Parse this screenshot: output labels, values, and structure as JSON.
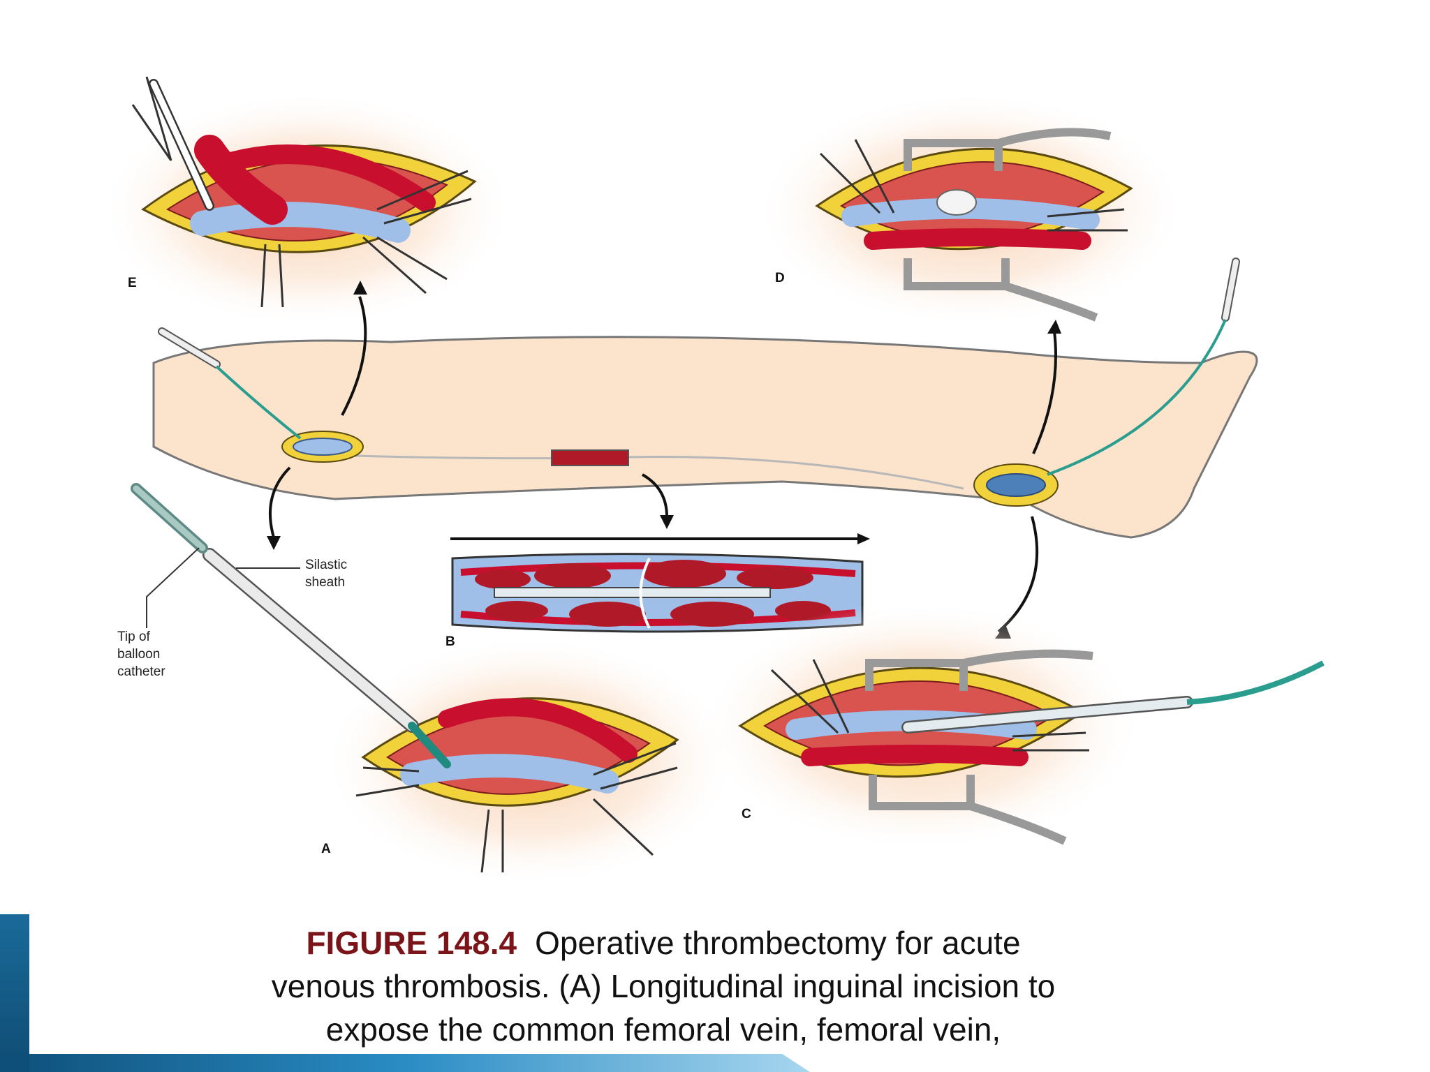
{
  "figure": {
    "panels": {
      "a": "A",
      "b": "B",
      "c": "C",
      "d": "D",
      "e": "E"
    },
    "callouts": {
      "sheath_line1": "Silastic",
      "sheath_line2": "sheath",
      "tip_line1": "Tip of",
      "tip_line2": "balloon",
      "tip_line3": "catheter"
    }
  },
  "caption": {
    "label": "FIGURE 148.4",
    "line1": "Operative thrombectomy for acute",
    "line2": "venous thrombosis. (A) Longitudinal inguinal incision to",
    "line3": "expose the common femoral vein, femoral vein,"
  },
  "colors": {
    "accent_bar": "#1e7fb3",
    "caption_label": "#7a1419",
    "vessel_blue": "#9fbfe8",
    "artery_red": "#c8102e",
    "fat_yellow": "#f2d23a",
    "skin": "#fbe3cc"
  }
}
